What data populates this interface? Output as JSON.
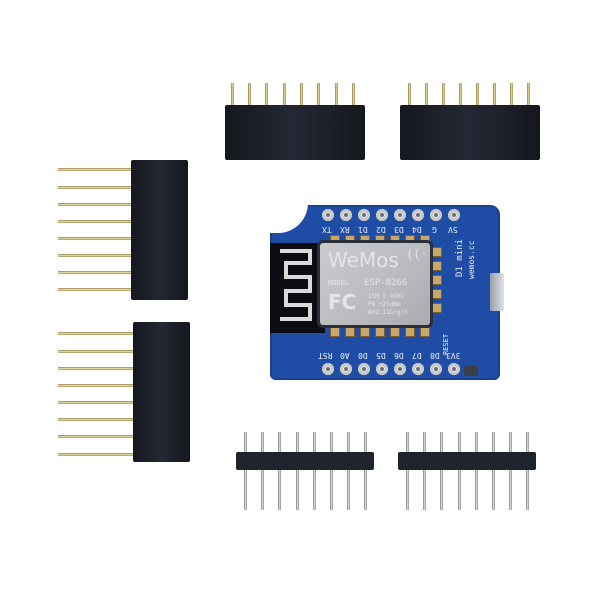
{
  "scene": {
    "description": "Product photo of a WeMos D1 mini ESP8266 board with four header strips (two long-pin female stacking headers, two short female headers, two male pin headers) on white background",
    "background_color": "#ffffff"
  },
  "board": {
    "brand": "WeMos",
    "model_label": "D1 mini",
    "url_label": "wemos.cc",
    "module_model_label": "MODEL",
    "module_chip": "ESP-8266",
    "module_specs": [
      "ISM 2.4GHz",
      "PA +25dBm",
      "802.11b/g/n"
    ],
    "certification_logo": "FC",
    "reset_label": "RESET",
    "top_pins": [
      "TX",
      "RX",
      "D1",
      "D2",
      "D3",
      "D4",
      "G",
      "5V"
    ],
    "bottom_pins": [
      "RST",
      "A0",
      "D0",
      "D5",
      "D6",
      "D7",
      "D8",
      "3V3"
    ],
    "pcb_color": "#1f4da6",
    "silkscreen_color": "#e9eef8"
  },
  "headers": {
    "short_female": {
      "count": 2,
      "pins_each": 8
    },
    "long_female": {
      "count": 2,
      "pins_each": 8
    },
    "male": {
      "count": 2,
      "pins_each": 8
    }
  }
}
